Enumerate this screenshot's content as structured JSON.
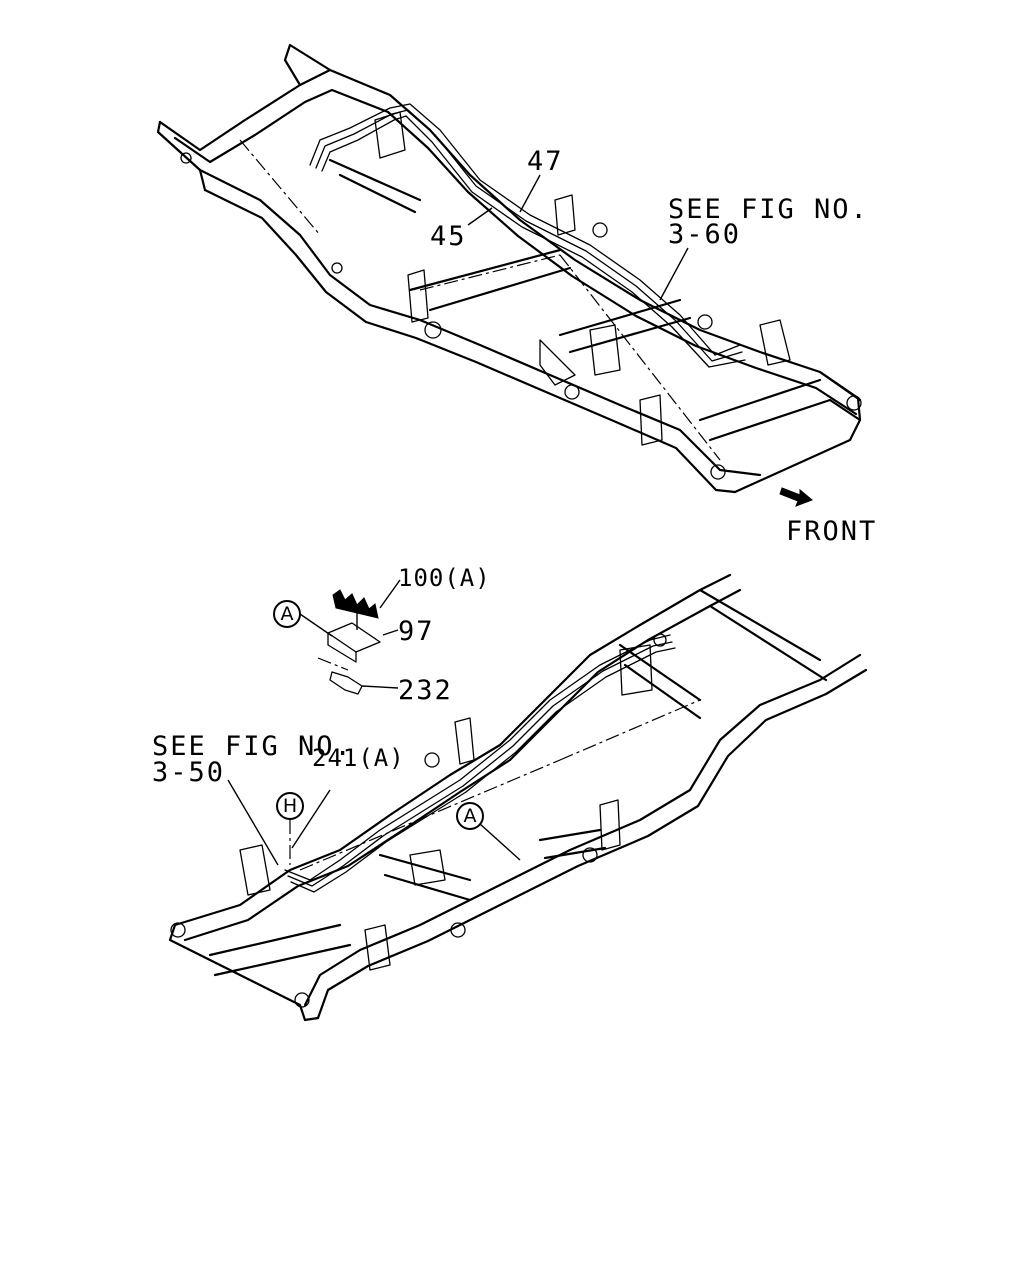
{
  "upper_view": {
    "callouts": {
      "part_47": "47",
      "part_45": "45",
      "see_fig_line1": "SEE FIG NO.",
      "see_fig_line2": "3-60"
    },
    "front_label": "FRONT"
  },
  "lower_view": {
    "callouts": {
      "part_100": "100(A)",
      "part_97": "97",
      "part_232": "232",
      "part_241": "241(A)",
      "see_fig_line1": "SEE FIG NO.",
      "see_fig_line2": "3-50"
    },
    "circle_marks": {
      "detail_a": "A",
      "location_a": "A",
      "location_h": "H"
    }
  }
}
